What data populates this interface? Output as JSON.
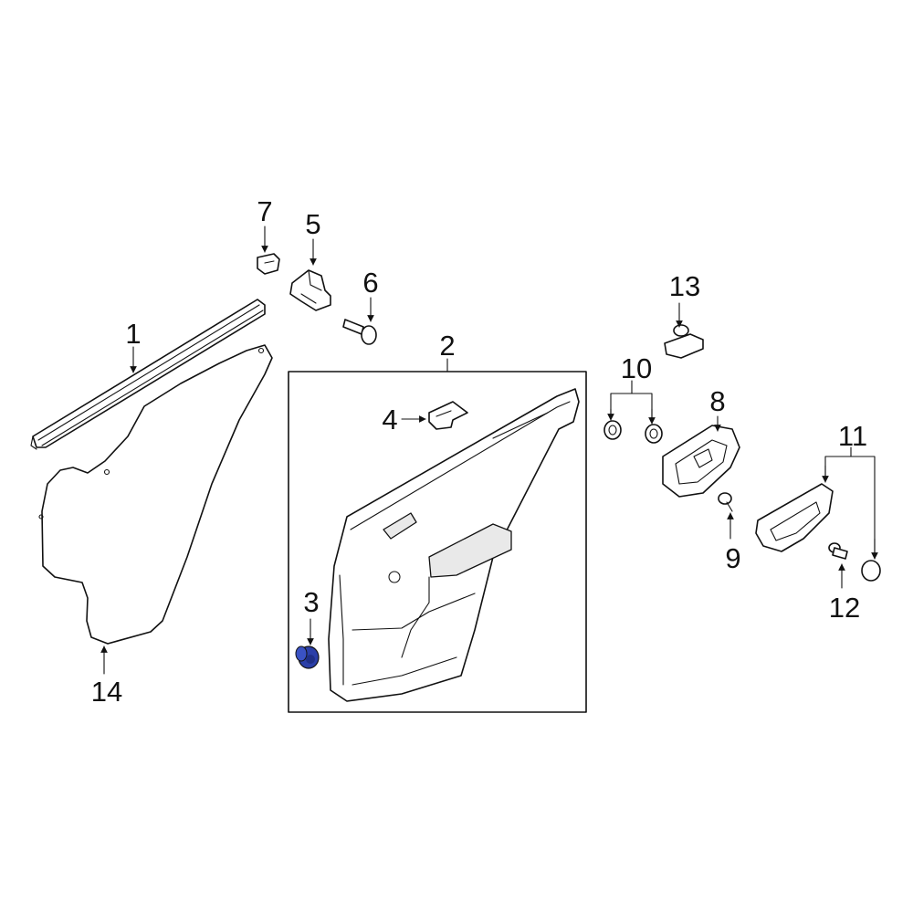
{
  "diagram": {
    "callouts": [
      {
        "id": "c1",
        "text": "1"
      },
      {
        "id": "c2",
        "text": "2"
      },
      {
        "id": "c3",
        "text": "3"
      },
      {
        "id": "c4",
        "text": "4"
      },
      {
        "id": "c5",
        "text": "5"
      },
      {
        "id": "c6",
        "text": "6"
      },
      {
        "id": "c7",
        "text": "7"
      },
      {
        "id": "c8",
        "text": "8"
      },
      {
        "id": "c9",
        "text": "9"
      },
      {
        "id": "c10",
        "text": "10"
      },
      {
        "id": "c11",
        "text": "11"
      },
      {
        "id": "c12",
        "text": "12"
      },
      {
        "id": "c13",
        "text": "13"
      },
      {
        "id": "c14",
        "text": "14"
      }
    ],
    "highlight_color": "#2b3fa8",
    "line_color": "#111111"
  }
}
